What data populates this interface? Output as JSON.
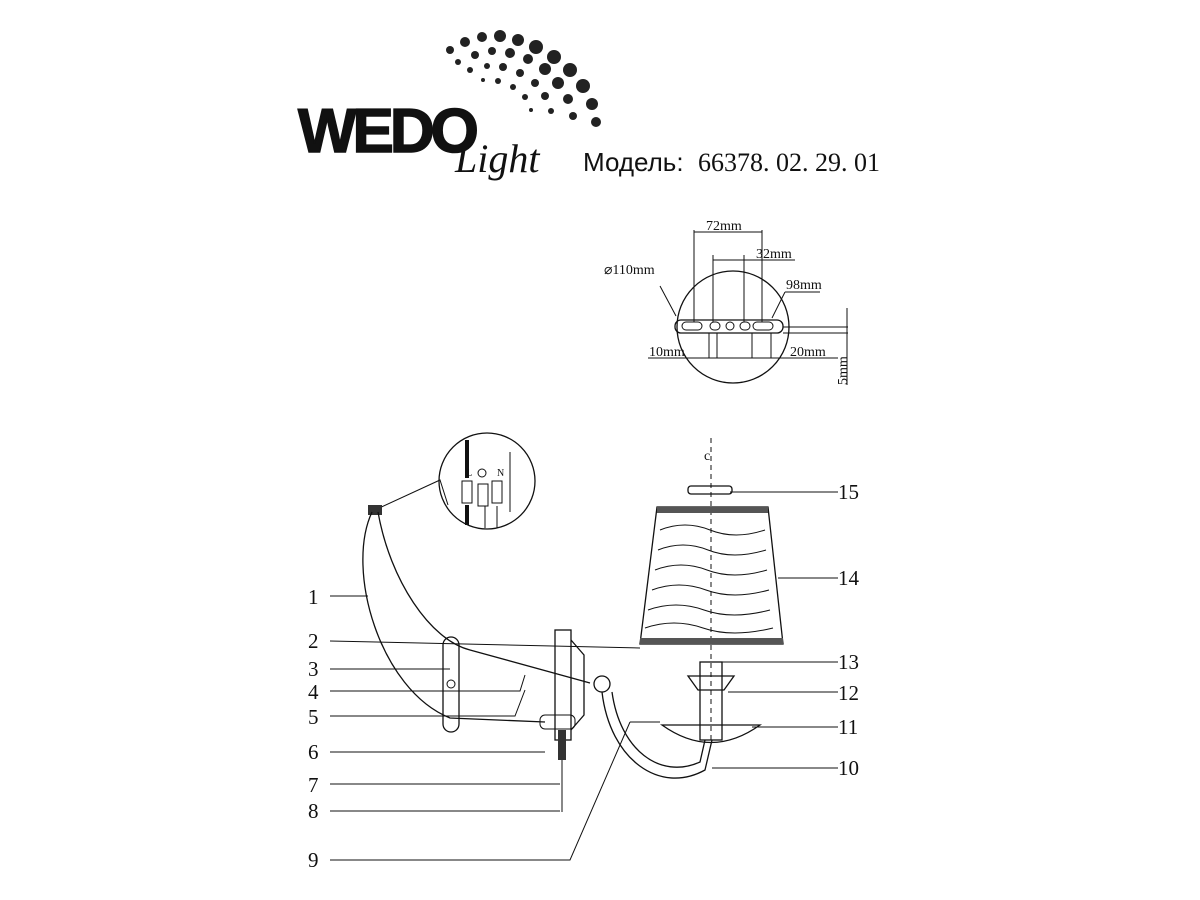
{
  "brand": {
    "logo_main": "WEDO",
    "logo_script": "Light"
  },
  "model": {
    "label": "Модель:",
    "number": "66378. 02. 29. 01"
  },
  "mount_dims": {
    "diameter": "⌀110mm",
    "width_72": "72mm",
    "width_32": "32mm",
    "width_98": "98mm",
    "offset_10": "10mm",
    "offset_20": "20mm",
    "thickness_5": "5mm"
  },
  "terminal": {
    "live": "L",
    "neutral": "N"
  },
  "centerline_mark": "c",
  "parts": [
    "1",
    "2",
    "3",
    "4",
    "5",
    "6",
    "7",
    "8",
    "9",
    "10",
    "11",
    "12",
    "13",
    "14",
    "15"
  ]
}
